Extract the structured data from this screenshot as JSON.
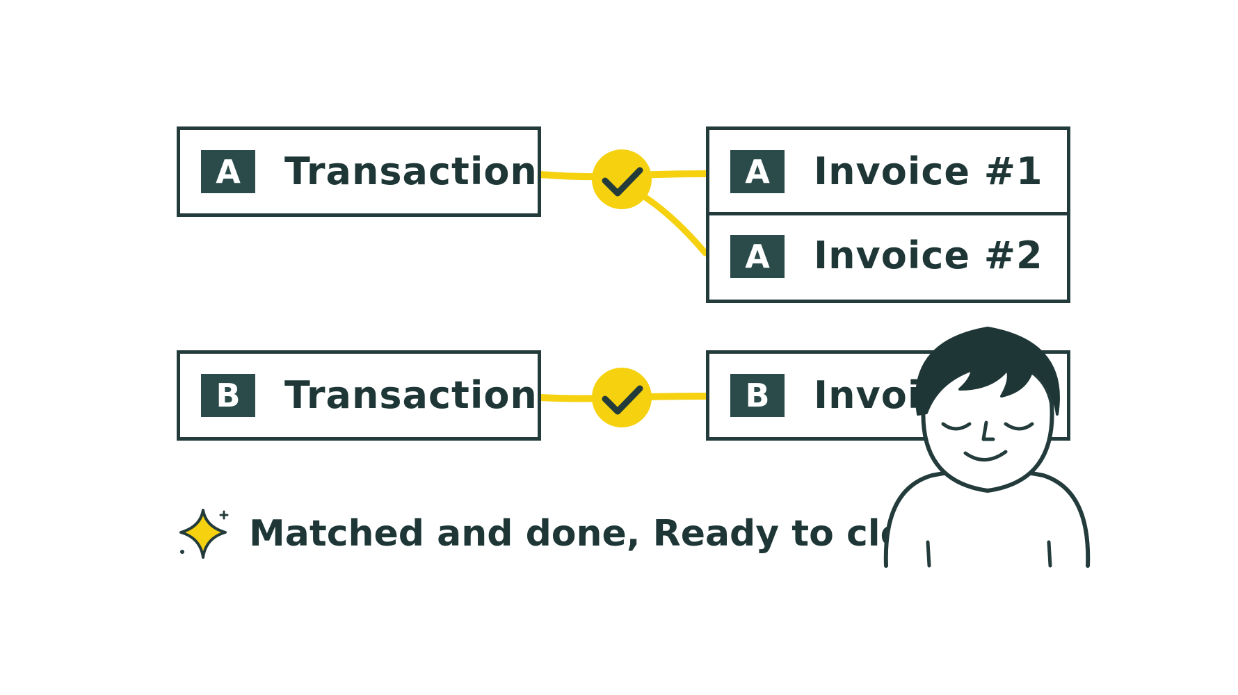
{
  "left_items": [
    {
      "badge": "A",
      "label": "Transaction"
    },
    {
      "badge": "B",
      "label": "Transaction"
    }
  ],
  "right_items": [
    {
      "badge": "A",
      "label": "Invoice #1"
    },
    {
      "badge": "A",
      "label": "Invoice #2"
    },
    {
      "badge": "B",
      "label": "Invoice #1"
    }
  ],
  "status": {
    "text": "Matched and done, Ready to close",
    "icon": "sparkle-icon"
  },
  "colors": {
    "ink": "#233b3b",
    "badge": "#2b4a4a",
    "accent": "#f5d10f"
  }
}
